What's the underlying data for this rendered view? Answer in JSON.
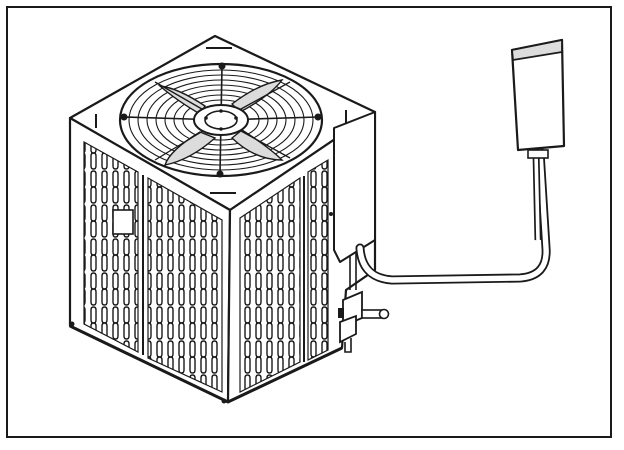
{
  "figure": {
    "subject": "outdoor-condensing-unit",
    "components": [
      "unit-cabinet",
      "top-grille",
      "fan-guard",
      "fan-hub",
      "louvered-side-panels",
      "service-valves",
      "refrigerant-lines",
      "electrical-disconnect-box",
      "conduit"
    ],
    "colors": {
      "line": "#1a1a1a",
      "fill": "#ffffff",
      "shade": "#dcdcdc"
    }
  }
}
